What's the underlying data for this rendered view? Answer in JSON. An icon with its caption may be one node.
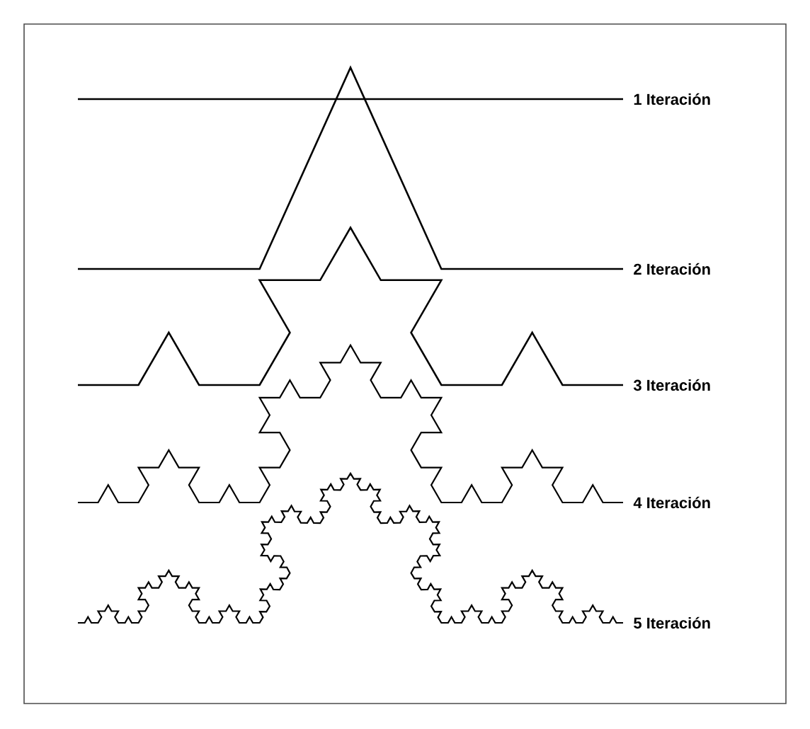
{
  "diagram": {
    "labels": [
      "1 Iteración",
      "2 Iteración",
      "3 Iteración",
      "4 Iteración",
      "5 Iteración"
    ]
  }
}
